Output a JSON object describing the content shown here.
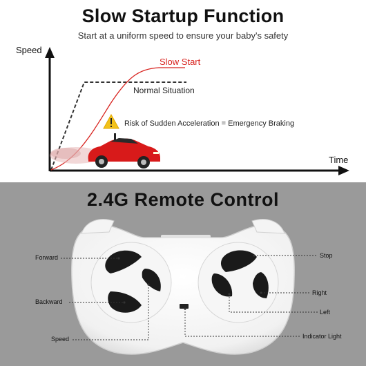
{
  "top": {
    "title": "Slow Startup Function",
    "subtitle": "Start at a uniform speed to ensure your baby's safety",
    "axis_y": "Speed",
    "axis_x": "Time",
    "curve_slow": "Slow Start",
    "curve_normal": "Normal Situation",
    "warning": "Risk of Sudden Acceleration = Emergency Braking",
    "colors": {
      "slow_curve": "#d8231f",
      "normal_curve": "#333333",
      "warning_icon": "#f2c21b",
      "car": "#d81a1a"
    }
  },
  "bottom": {
    "title": "2.4G Remote Control",
    "labels": {
      "forward": "Forward",
      "backward": "Backward",
      "speed": "Speed",
      "stop": "Stop",
      "right": "Right",
      "left": "Left",
      "indicator": "Indicator Light"
    }
  }
}
